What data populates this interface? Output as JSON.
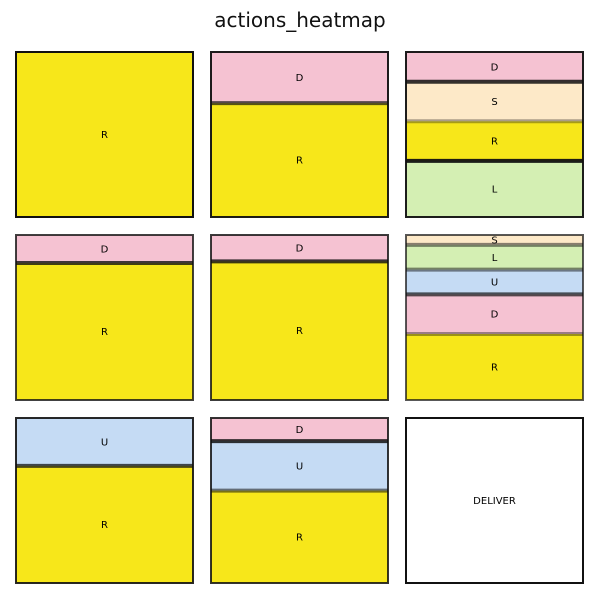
{
  "title": "actions_heatmap",
  "colors": {
    "R": "#f7e71a",
    "D": "#f5c2d2",
    "S": "#fde9c8",
    "L": "#d4efb3",
    "U": "#c5dbf4",
    "cell_border": "#111111",
    "background": "#ffffff"
  },
  "chart_data": {
    "type": "heatmap",
    "title": "actions_heatmap",
    "grid": {
      "rows": 3,
      "cols": 3
    },
    "cells": [
      {
        "row": 0,
        "col": 0,
        "segments": [
          {
            "action": "R",
            "share": 1.0,
            "alpha": 1.0
          }
        ]
      },
      {
        "row": 0,
        "col": 1,
        "segments": [
          {
            "action": "D",
            "share": 0.31,
            "alpha": 0.95
          },
          {
            "action": "R",
            "share": 0.69,
            "alpha": 0.7
          }
        ]
      },
      {
        "row": 0,
        "col": 2,
        "segments": [
          {
            "action": "D",
            "share": 0.18,
            "alpha": 0.55
          },
          {
            "action": "S",
            "share": 0.24,
            "alpha": 0.85
          },
          {
            "action": "R",
            "share": 0.24,
            "alpha": 0.3
          },
          {
            "action": "L",
            "share": 0.34,
            "alpha": 0.95
          }
        ]
      },
      {
        "row": 1,
        "col": 0,
        "segments": [
          {
            "action": "D",
            "share": 0.17,
            "alpha": 0.6
          },
          {
            "action": "R",
            "share": 0.83,
            "alpha": 0.8
          }
        ]
      },
      {
        "row": 1,
        "col": 1,
        "segments": [
          {
            "action": "D",
            "share": 0.16,
            "alpha": 0.6
          },
          {
            "action": "R",
            "share": 0.84,
            "alpha": 0.82
          }
        ]
      },
      {
        "row": 1,
        "col": 2,
        "segments": [
          {
            "action": "S",
            "share": 0.06,
            "alpha": 0.6
          },
          {
            "action": "L",
            "share": 0.15,
            "alpha": 0.5
          },
          {
            "action": "U",
            "share": 0.15,
            "alpha": 0.5
          },
          {
            "action": "D",
            "share": 0.24,
            "alpha": 0.7
          },
          {
            "action": "R",
            "share": 0.4,
            "alpha": 0.4
          }
        ]
      },
      {
        "row": 2,
        "col": 0,
        "segments": [
          {
            "action": "U",
            "share": 0.29,
            "alpha": 0.9
          },
          {
            "action": "R",
            "share": 0.71,
            "alpha": 0.75
          }
        ]
      },
      {
        "row": 2,
        "col": 1,
        "segments": [
          {
            "action": "D",
            "share": 0.14,
            "alpha": 0.4
          },
          {
            "action": "U",
            "share": 0.3,
            "alpha": 0.85
          },
          {
            "action": "R",
            "share": 0.56,
            "alpha": 0.55
          }
        ]
      },
      {
        "row": 2,
        "col": 2,
        "label": "DELIVER",
        "segments": []
      }
    ]
  }
}
